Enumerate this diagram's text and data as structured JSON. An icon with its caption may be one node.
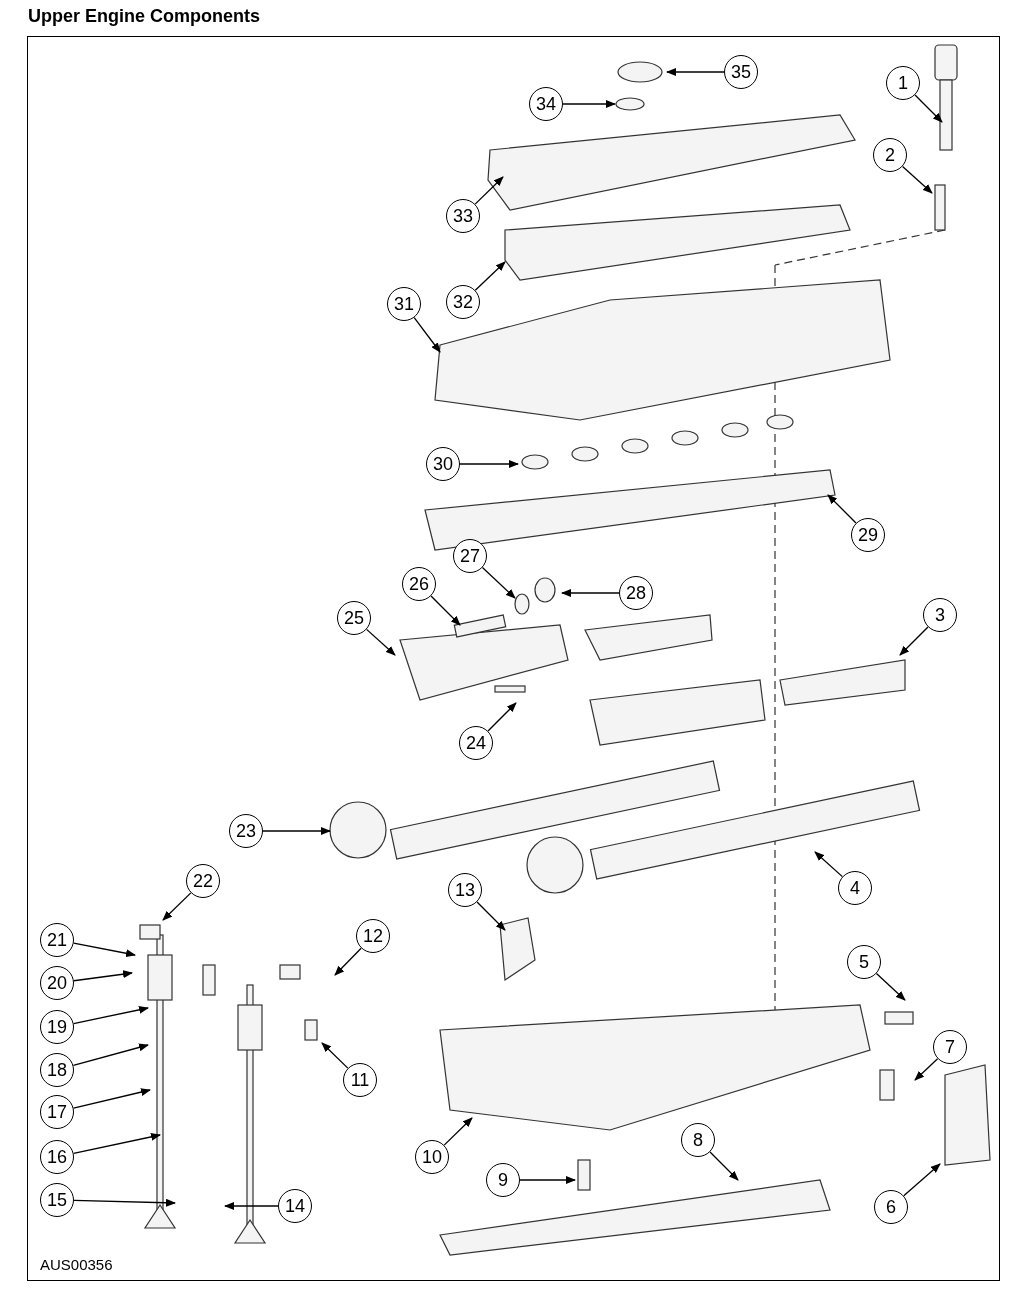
{
  "diagram": {
    "title": "Upper Engine Components",
    "nodes": [
      {
        "text": [
          "1"
        ]
      },
      {
        "text": [
          "2"
        ]
      },
      {
        "text": [
          "3"
        ]
      },
      {
        "text": [
          "4"
        ]
      },
      {
        "text": [
          "5"
        ]
      },
      {
        "text": [
          "6"
        ]
      },
      {
        "text": [
          "7"
        ]
      },
      {
        "text": [
          "8"
        ]
      },
      {
        "text": [
          "9"
        ]
      },
      {
        "text": [
          "10"
        ]
      },
      {
        "text": [
          "11"
        ]
      },
      {
        "text": [
          "12"
        ]
      },
      {
        "text": [
          "13"
        ]
      },
      {
        "text": [
          "14"
        ]
      },
      {
        "text": [
          "15"
        ]
      },
      {
        "text": [
          "16"
        ]
      },
      {
        "text": [
          "17"
        ]
      },
      {
        "text": [
          "18"
        ]
      },
      {
        "text": [
          "19"
        ]
      },
      {
        "text": [
          "20"
        ]
      },
      {
        "text": [
          "21"
        ]
      },
      {
        "text": [
          "22"
        ]
      },
      {
        "text": [
          "23"
        ]
      },
      {
        "text": [
          "24"
        ]
      },
      {
        "text": [
          "25"
        ]
      },
      {
        "text": [
          "26"
        ]
      },
      {
        "text": [
          "27"
        ]
      },
      {
        "text": [
          "28"
        ]
      },
      {
        "text": [
          "29"
        ]
      },
      {
        "text": [
          "30"
        ]
      },
      {
        "text": [
          "31"
        ]
      },
      {
        "text": [
          "32"
        ]
      },
      {
        "text": [
          "33"
        ]
      },
      {
        "text": [
          "34"
        ]
      },
      {
        "text": [
          "35"
        ]
      }
    ],
    "edges": [
      {
        "from": 0,
        "to": null,
        "arrow": "to"
      },
      {
        "from": 1,
        "to": null,
        "arrow": "to"
      },
      {
        "from": 2,
        "to": null,
        "arrow": "to"
      },
      {
        "from": 3,
        "to": null,
        "arrow": "to"
      },
      {
        "from": 4,
        "to": null,
        "arrow": "to"
      },
      {
        "from": 5,
        "to": null,
        "arrow": "to"
      },
      {
        "from": 6,
        "to": null,
        "arrow": "to"
      },
      {
        "from": 7,
        "to": null,
        "arrow": "to"
      },
      {
        "from": 8,
        "to": null,
        "arrow": "to"
      },
      {
        "from": 9,
        "to": null,
        "arrow": "to"
      },
      {
        "from": 10,
        "to": null,
        "arrow": "to"
      },
      {
        "from": 11,
        "to": null,
        "arrow": "to"
      },
      {
        "from": 12,
        "to": null,
        "arrow": "to"
      },
      {
        "from": 13,
        "to": null,
        "arrow": "to"
      },
      {
        "from": 14,
        "to": null,
        "arrow": "to"
      },
      {
        "from": 15,
        "to": null,
        "arrow": "to"
      },
      {
        "from": 16,
        "to": null,
        "arrow": "to"
      },
      {
        "from": 17,
        "to": null,
        "arrow": "to"
      },
      {
        "from": 18,
        "to": null,
        "arrow": "to"
      },
      {
        "from": 19,
        "to": null,
        "arrow": "to"
      },
      {
        "from": 20,
        "to": null,
        "arrow": "to"
      },
      {
        "from": 21,
        "to": null,
        "arrow": "to"
      },
      {
        "from": 22,
        "to": null,
        "arrow": "to"
      },
      {
        "from": 23,
        "to": null,
        "arrow": "to"
      },
      {
        "from": 24,
        "to": null,
        "arrow": "to"
      },
      {
        "from": 25,
        "to": null,
        "arrow": "to"
      },
      {
        "from": 26,
        "to": null,
        "arrow": "to"
      },
      {
        "from": 27,
        "to": null,
        "arrow": "to"
      },
      {
        "from": 28,
        "to": null,
        "arrow": "to"
      },
      {
        "from": 29,
        "to": null,
        "arrow": "to"
      },
      {
        "from": 30,
        "to": null,
        "arrow": "to"
      },
      {
        "from": 31,
        "to": null,
        "arrow": "to"
      },
      {
        "from": 32,
        "to": null,
        "arrow": "to"
      },
      {
        "from": 33,
        "to": null,
        "arrow": "to"
      },
      {
        "from": 34,
        "to": null,
        "arrow": "to"
      }
    ],
    "labels": [
      "AUS00356"
    ]
  }
}
